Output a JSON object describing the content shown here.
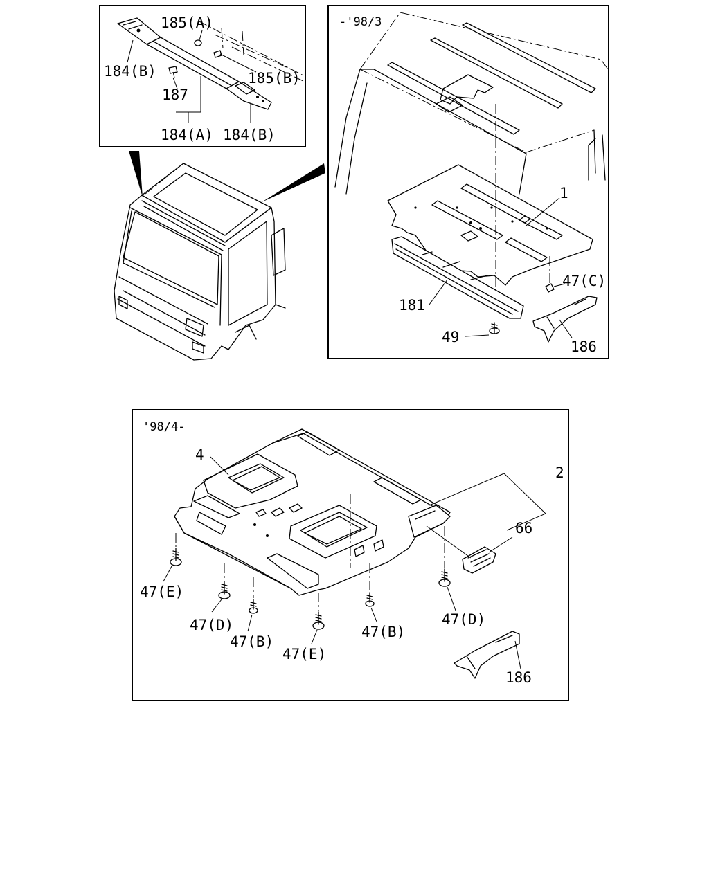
{
  "top_left_panel": {
    "labels": {
      "p185A": "185(A)",
      "p184B_left": "184(B)",
      "p185B": "185(B)",
      "p187": "187",
      "p184A": "184(A)",
      "p184B_right": "184(B)"
    }
  },
  "top_right_panel": {
    "period": "-'98/3",
    "labels": {
      "p1": "1",
      "p47C": "47(C)",
      "p181": "181",
      "p49": "49",
      "p186": "186"
    }
  },
  "bottom_panel": {
    "period": "'98/4-",
    "labels": {
      "p4": "4",
      "p2": "2",
      "p66": "66",
      "p47E_left": "47(E)",
      "p47D_left": "47(D)",
      "p47B_left": "47(B)",
      "p47E_mid": "47(E)",
      "p47B_mid": "47(B)",
      "p47D_right": "47(D)",
      "p186": "186"
    }
  }
}
